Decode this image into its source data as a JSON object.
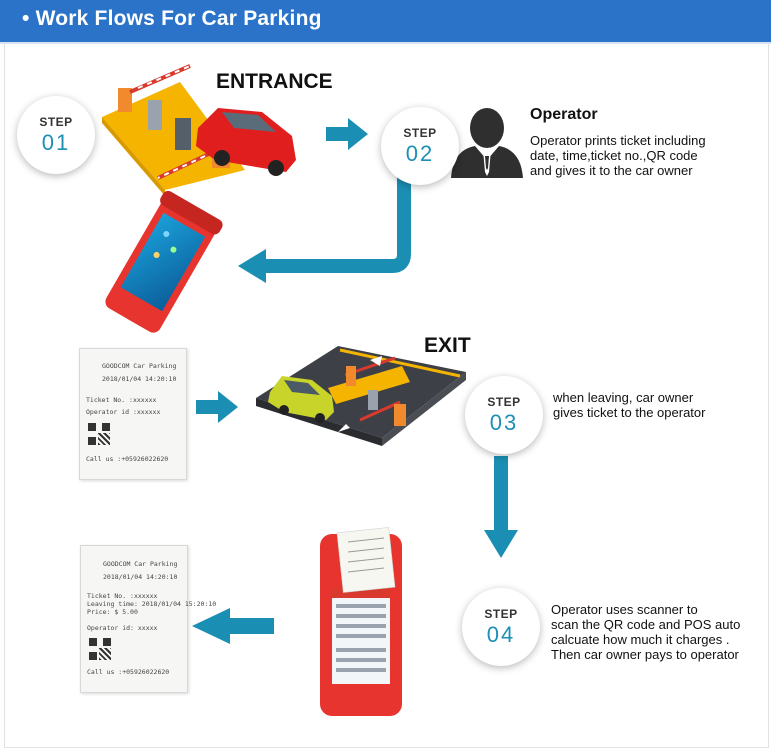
{
  "header": {
    "title": "• Work Flows For Car Parking"
  },
  "labels": {
    "entrance": "ENTRANCE",
    "exit": "EXIT"
  },
  "steps": [
    {
      "word": "STEP",
      "num": "01"
    },
    {
      "word": "STEP",
      "num": "02"
    },
    {
      "word": "STEP",
      "num": "03"
    },
    {
      "word": "STEP",
      "num": "04"
    }
  ],
  "operator": {
    "title": "Operator",
    "desc": "Operator prints ticket including\n date, time,ticket no.,QR code\nand gives it to the car owner"
  },
  "step3_desc": "when leaving, car owner\ngives ticket to the operator",
  "step4_desc": "Operator uses scanner to\nscan the QR code and  POS auto\ncalcuate how much it charges .\n Then car owner pays to operator",
  "ticket1": {
    "title": "GOODCOM Car Parking",
    "datetime": "2018/01/04   14:20:10",
    "ticket_no": "Ticket No. :xxxxxx",
    "operator": "Operator id :xxxxxx",
    "call": "Call us :+05926022620"
  },
  "ticket2": {
    "title": "GOODCOM Car Parking",
    "datetime": "2018/01/04   14:20:10",
    "ticket_no": "Ticket No. :xxxxxx",
    "leaving": "Leaving time: 2018/01/04   15:20:10",
    "price": "Price:  $ 5.00",
    "operator": "Operator id: xxxxx",
    "call": "Call us :+05926022620"
  },
  "colors": {
    "header": "#2b73c9",
    "arrow": "#1b8fb3",
    "step_num": "#1e8fb5",
    "device": "#e8342e"
  },
  "icons": [
    "arrow-right-icon",
    "arrow-left-icon",
    "arrow-down-icon",
    "operator-person-icon",
    "barrier-gate-icon",
    "car-icon",
    "pos-terminal-icon",
    "ticket-receipt-icon"
  ]
}
